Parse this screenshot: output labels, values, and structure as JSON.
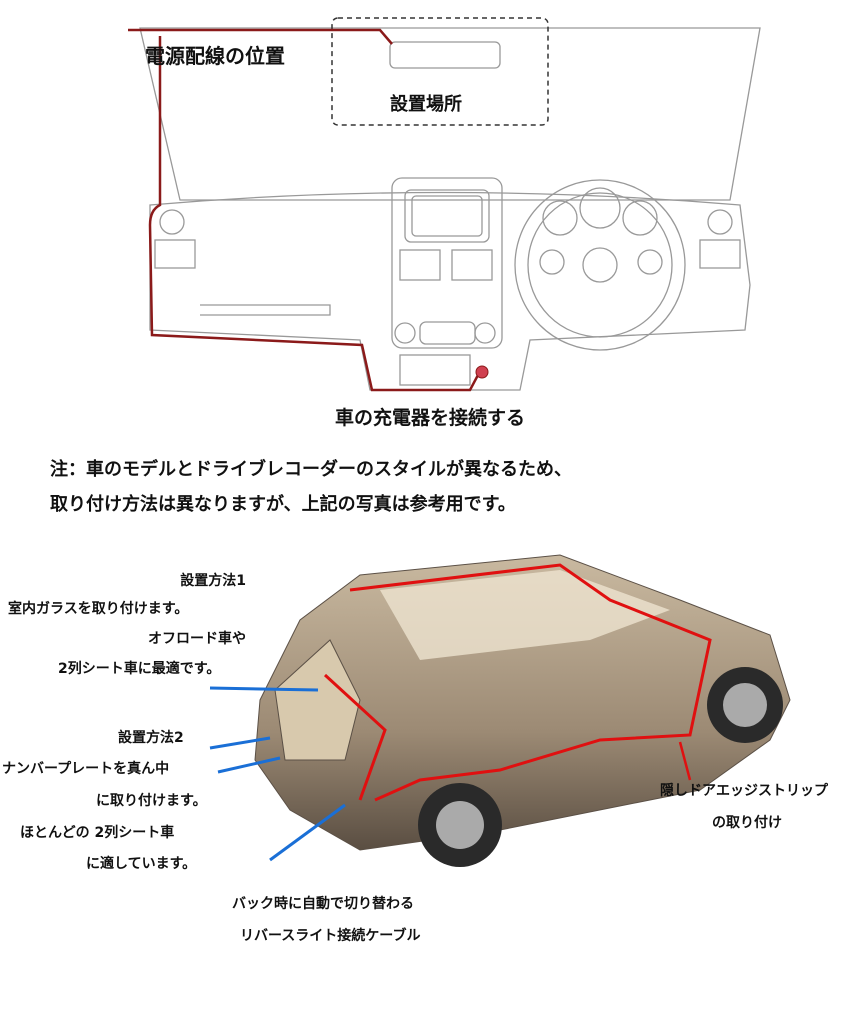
{
  "dashboard": {
    "power_wiring_label": "電源配線の位置",
    "install_location_label": "設置場所",
    "charger_label": "車の充電器を接続する"
  },
  "note": {
    "line1": "注：車のモデルとドライブレコーダーのスタイルが異なるため、",
    "line2": "取り付け方法は異なりますが、上記の写真は参考用です。"
  },
  "car": {
    "method1": [
      "設置方法1",
      "室内ガラスを取り付けます。",
      "オフロード車や",
      "2列シート車に最適です。"
    ],
    "method2": [
      "設置方法2",
      "ナンバープレートを真ん中",
      "に取り付けます。",
      "ほとんどの 2列シート車",
      "に適しています。"
    ],
    "reverse_cable": [
      "バック時に自動で切り替わる",
      "リバースライト接続ケーブル"
    ],
    "door_strip": [
      "隠しドアエッジストリップ",
      "の取り付け"
    ]
  },
  "colors": {
    "wire": "#8b1a1a",
    "car_wire": "#e01010",
    "arrow": "#1a6fd6"
  }
}
